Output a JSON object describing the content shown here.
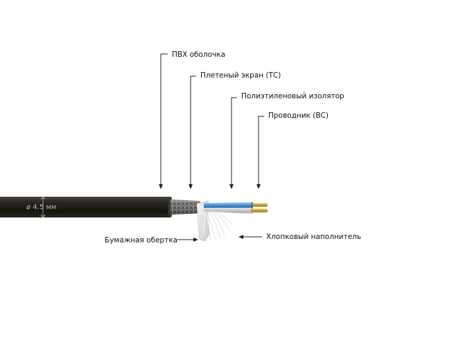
{
  "labels": {
    "pvc_jacket": "ПВХ оболочка",
    "braided_shield": "Плетеный экран (ТС)",
    "pe_insulator": "Полиэтиленовый изолятор",
    "conductor": "Проводник (ВС)",
    "paper_wrap": "Бумажная обертка",
    "cotton_filler": "Хлопковый наполнитель",
    "diameter": "ø 4.5 мм"
  },
  "colors": {
    "jacket": "#1f1d17",
    "shield": "#9a9a9a",
    "insulator": "#5aa0e0",
    "conductor": "#d4b23a",
    "paper": "#e4e4e4"
  }
}
